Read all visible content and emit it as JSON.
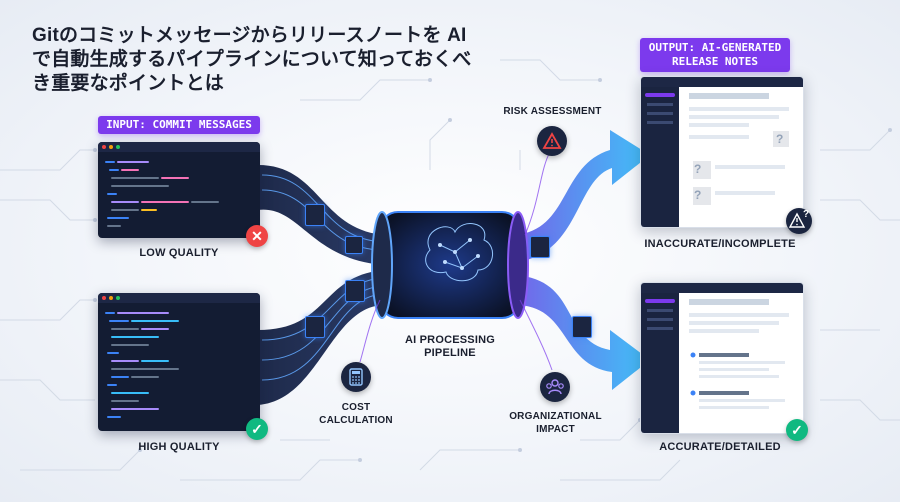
{
  "title": "Gitのコミットメッセージからリリースノートを AIで自動生成するパイプラインについて知っておくべき重要なポイントとは",
  "input": {
    "label": "INPUT: COMMIT MESSAGES"
  },
  "output": {
    "label": "OUTPUT: AI-GENERATED RELEASE NOTES"
  },
  "left": {
    "low_label": "LOW QUALITY",
    "high_label": "HIGH QUALITY"
  },
  "pipeline": {
    "label": "AI PROCESSING PIPELINE"
  },
  "factors": {
    "risk": "RISK ASSESSMENT",
    "cost": "COST CALCULATION",
    "org": "ORGANIZATIONAL IMPACT"
  },
  "results": {
    "bad_label": "INACCURATE/INCOMPLETE",
    "good_label": "ACCURATE/DETAILED"
  },
  "glyphs": {
    "x": "✕",
    "check": "✓",
    "question": "?",
    "warning": "!"
  },
  "colors": {
    "purple": "#7c3aed",
    "blue": "#3b82f6",
    "cyan": "#38bdf8",
    "red": "#ef4444",
    "green": "#10b981",
    "navy": "#131c33"
  }
}
